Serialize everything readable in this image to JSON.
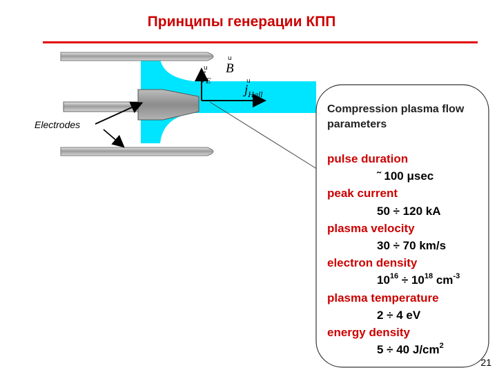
{
  "title": "Принципы генерации КПП",
  "diagram": {
    "electrodes_label": "Electrodes",
    "vector_j_e": "j",
    "vector_j_e_sub": "E",
    "vector_b": "B",
    "vector_j_hall": "j",
    "vector_j_hall_sub": "Hall",
    "hat_glyph": "u",
    "plasma_color": "#00e5ff",
    "electrode_color": "#b0b0b0"
  },
  "callout": {
    "title": "Compression plasma flow parameters",
    "params": [
      {
        "label": "pulse duration",
        "value_prefix": "˜ 100 ",
        "value_unit": "μsec"
      },
      {
        "label": "peak current",
        "value": "50 ÷ 120 kA"
      },
      {
        "label": "plasma velocity",
        "value": "30 ÷ 70 km/s"
      },
      {
        "label": "electron density",
        "value_a": "10",
        "exp_a": "16",
        "value_mid": " ÷ 10",
        "exp_b": "18",
        "value_unit": " cm",
        "exp_c": "-3"
      },
      {
        "label": "plasma temperature",
        "value": "2 ÷ 4 eV"
      },
      {
        "label": "energy density",
        "value_a": "5 ÷ 40 J/cm",
        "exp_a": "2"
      }
    ]
  },
  "page_number": "21"
}
